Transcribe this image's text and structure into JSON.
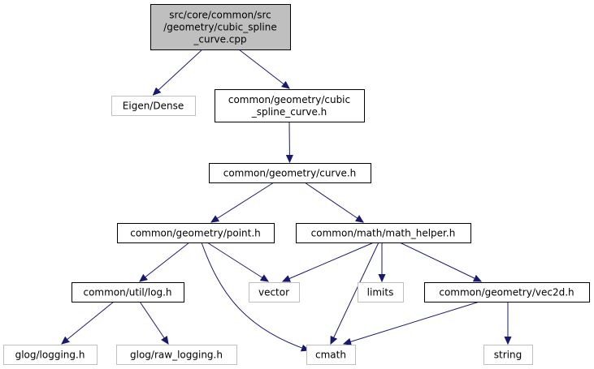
{
  "nodes": [
    {
      "id": "root",
      "lines": [
        "src/core/common/src",
        "/geometry/cubic_spline",
        "_curve.cpp"
      ],
      "kind": "root"
    },
    {
      "id": "eigen",
      "lines": [
        "Eigen/Dense"
      ],
      "kind": "external"
    },
    {
      "id": "cubic_h",
      "lines": [
        "common/geometry/cubic",
        "_spline_curve.h"
      ],
      "kind": "file"
    },
    {
      "id": "curve_h",
      "lines": [
        "common/geometry/curve.h"
      ],
      "kind": "file"
    },
    {
      "id": "point_h",
      "lines": [
        "common/geometry/point.h"
      ],
      "kind": "file"
    },
    {
      "id": "math_h",
      "lines": [
        "common/math/math_helper.h"
      ],
      "kind": "file"
    },
    {
      "id": "log_h",
      "lines": [
        "common/util/log.h"
      ],
      "kind": "file"
    },
    {
      "id": "vector",
      "lines": [
        "vector"
      ],
      "kind": "external"
    },
    {
      "id": "limits",
      "lines": [
        "limits"
      ],
      "kind": "external"
    },
    {
      "id": "vec2d_h",
      "lines": [
        "common/geometry/vec2d.h"
      ],
      "kind": "file"
    },
    {
      "id": "glog_logging",
      "lines": [
        "glog/logging.h"
      ],
      "kind": "external"
    },
    {
      "id": "glog_raw",
      "lines": [
        "glog/raw_logging.h"
      ],
      "kind": "external"
    },
    {
      "id": "cmath",
      "lines": [
        "cmath"
      ],
      "kind": "external"
    },
    {
      "id": "string",
      "lines": [
        "string"
      ],
      "kind": "external"
    }
  ],
  "edges": [
    {
      "from": "root",
      "to": "eigen"
    },
    {
      "from": "root",
      "to": "cubic_h"
    },
    {
      "from": "cubic_h",
      "to": "curve_h"
    },
    {
      "from": "curve_h",
      "to": "point_h"
    },
    {
      "from": "curve_h",
      "to": "math_h"
    },
    {
      "from": "point_h",
      "to": "log_h"
    },
    {
      "from": "point_h",
      "to": "vector"
    },
    {
      "from": "point_h",
      "to": "cmath"
    },
    {
      "from": "math_h",
      "to": "vector"
    },
    {
      "from": "math_h",
      "to": "cmath"
    },
    {
      "from": "math_h",
      "to": "limits"
    },
    {
      "from": "math_h",
      "to": "vec2d_h"
    },
    {
      "from": "log_h",
      "to": "glog_logging"
    },
    {
      "from": "log_h",
      "to": "glog_raw"
    },
    {
      "from": "vec2d_h",
      "to": "cmath"
    },
    {
      "from": "vec2d_h",
      "to": "string"
    }
  ],
  "colors": {
    "root_fill": "#bfbfbf",
    "file_border": "#000000",
    "external_border": "#bfbfbf",
    "edge": "#191970"
  }
}
